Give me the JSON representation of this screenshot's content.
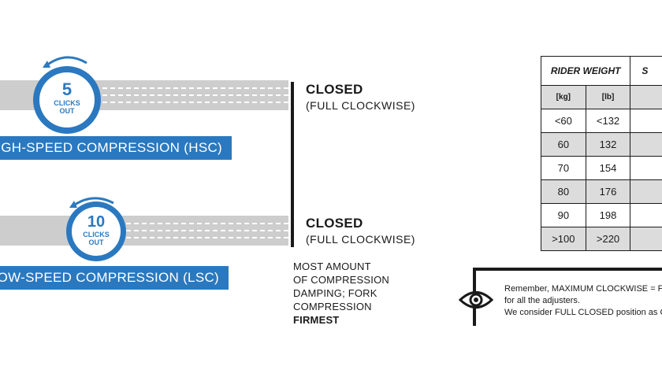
{
  "hsc": {
    "label": "HIGH-SPEED COMPRESSION (HSC)",
    "clicks": "5",
    "clicks_sub1": "CLICKS",
    "clicks_sub2": "OUT",
    "closed": "CLOSED",
    "closed_sub": "(FULL CLOCKWISE)"
  },
  "lsc": {
    "label": "LOW-SPEED COMPRESSION (LSC)",
    "clicks": "10",
    "clicks_sub1": "CLICKS",
    "clicks_sub2": "OUT",
    "closed": "CLOSED",
    "closed_sub": "(FULL CLOCKWISE)"
  },
  "note": {
    "lines": [
      "MOST AMOUNT",
      "OF COMPRESSION",
      "DAMPING; FORK",
      "COMPRESSION"
    ],
    "emphasis": "FIRMEST"
  },
  "table": {
    "header": "RIDER WEIGHT",
    "header_cut": "S",
    "unit_kg": "[kg]",
    "unit_lb": "[lb]",
    "rows": [
      {
        "kg": "<60",
        "lb": "<132"
      },
      {
        "kg": "60",
        "lb": "132"
      },
      {
        "kg": "70",
        "lb": "154"
      },
      {
        "kg": "80",
        "lb": "176"
      },
      {
        "kg": "90",
        "lb": "198"
      },
      {
        "kg": ">100",
        "lb": ">220"
      }
    ]
  },
  "reminder": {
    "line1": "Remember, MAXIMUM CLOCKWISE = F",
    "line2": "for all the adjusters.",
    "line3": "We consider FULL CLOSED position as C"
  },
  "colors": {
    "accent": "#2a79c0",
    "bar": "#cdcdcd",
    "ink": "#1a1a1a"
  }
}
